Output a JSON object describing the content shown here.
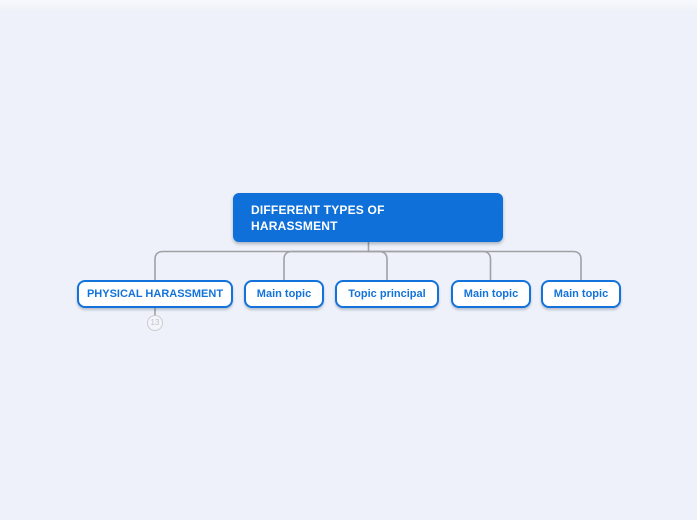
{
  "mindmap": {
    "root": {
      "label": "DIFFERENT TYPES OF\nHARASSMENT"
    },
    "children": [
      {
        "label": "PHYSICAL HARASSMENT",
        "collapsed_count": "13"
      },
      {
        "label": "Main topic"
      },
      {
        "label": "Topic principal"
      },
      {
        "label": "Main topic"
      },
      {
        "label": "Main topic"
      }
    ],
    "colors": {
      "background": "#eef1f9",
      "root_fill": "#0f70d9",
      "root_text": "#ffffff",
      "child_border": "#1373da",
      "child_text": "#1373da",
      "child_fill": "#ffffff",
      "connector": "#9fa1a6",
      "badge_border": "#c9ccd1",
      "badge_text": "#bfc3c9"
    }
  }
}
